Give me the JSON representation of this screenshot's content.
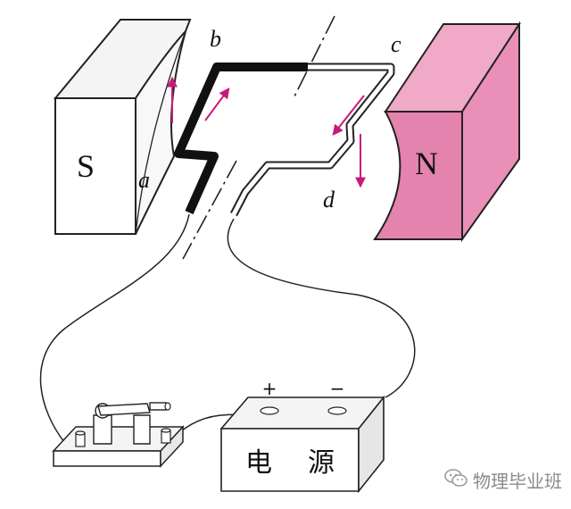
{
  "magnets": {
    "left_label": "S",
    "right_label": "N",
    "left_color": "#f4f4f4",
    "right_color": "#e483ad"
  },
  "coil": {
    "labels": {
      "a": "a",
      "b": "b",
      "c": "c",
      "d": "d"
    },
    "left_side_color": "#111111",
    "right_side_color": "#ffffff"
  },
  "force_arrow_color": "#c8197a",
  "battery": {
    "plus": "+",
    "minus": "−",
    "label_1": "电",
    "label_2": "源"
  },
  "switch": {
    "name": "knife switch"
  },
  "watermark": {
    "text": "物理毕业班",
    "icon": "wechat-icon"
  }
}
